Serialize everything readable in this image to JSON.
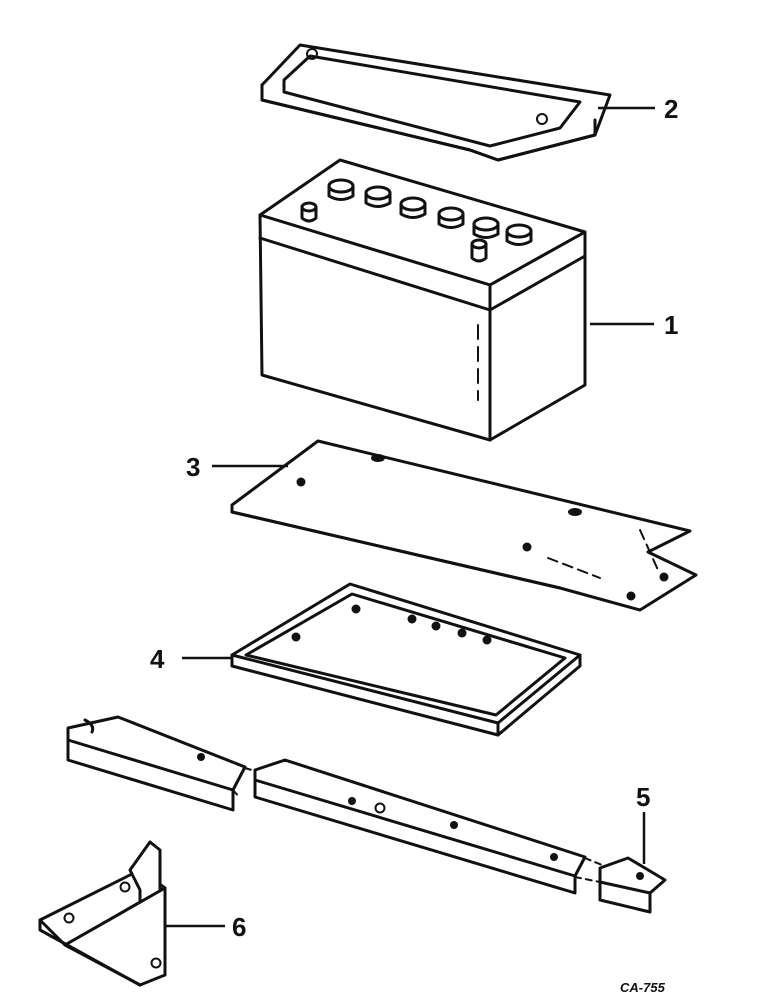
{
  "callouts": [
    "1",
    "2",
    "3",
    "4",
    "5",
    "6"
  ],
  "parts": [
    {
      "number": "1",
      "icon": "battery-icon"
    },
    {
      "number": "2",
      "icon": "hold-down-frame-icon"
    },
    {
      "number": "3",
      "icon": "battery-support-plate-icon"
    },
    {
      "number": "4",
      "icon": "battery-tray-icon"
    },
    {
      "number": "5",
      "icon": "support-rail-icon"
    },
    {
      "number": "6",
      "icon": "corner-bracket-icon"
    }
  ],
  "drawing_code": "CA-755"
}
